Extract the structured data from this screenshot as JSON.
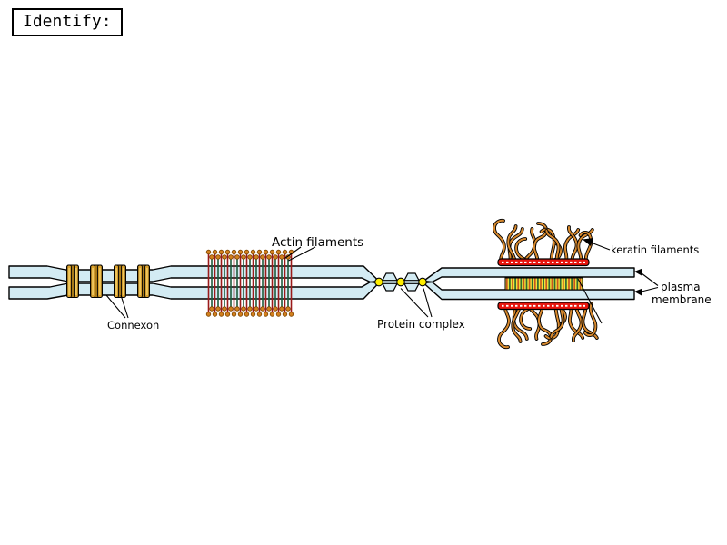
{
  "prompt": {
    "identify_label": "Identify:"
  },
  "labels": {
    "actin_filaments": "Actin filaments",
    "connexon": "Connexon",
    "protein_complex": "Protein complex",
    "keratin_filaments": "keratin filaments",
    "plasma_membrane_line1": "plasma",
    "plasma_membrane_line2": "membrane"
  },
  "figure": {
    "background": "#ffffff",
    "colors": {
      "membrane_fill": "#d3ebf3",
      "outline": "#000000",
      "connexon_gold": "#dca32e",
      "connexon_gold_dark": "#a87a1a",
      "connexon_gold_light": "#f4d06a",
      "tight_junction_yellow": "#ffee00",
      "actin_green": "#1e5c3c",
      "actin_red": "#9b1b1b",
      "actin_dot_orange": "#d2801e",
      "actin_dot_edge": "#7a4300",
      "desmosome_plaque_red": "#e8150d",
      "cadherin_yellow": "#f2e23a",
      "cadherin_green": "#2e6b33",
      "cadherin_orange": "#c8571e",
      "keratin_orange": "#d98a2e"
    },
    "counts": {
      "connexons": 4,
      "protein_complex_particles": 3,
      "actin_filaments": 27,
      "keratin_strands_per_side": 13
    }
  }
}
